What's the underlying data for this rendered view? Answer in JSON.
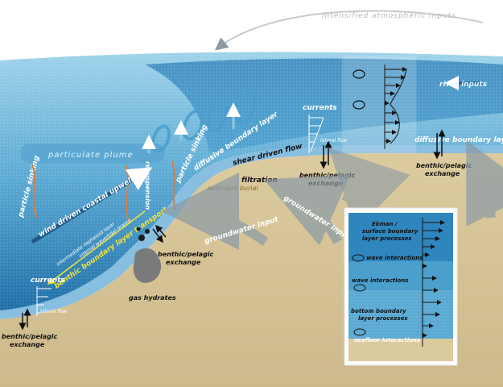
{
  "labels": {
    "atmo": "intensified atmospheric inputs",
    "river": "river inputs",
    "plume": "particulate plume",
    "sinking_left": "particle sinking",
    "sinking_mid": "particle sinking",
    "diffusive_slope": "diffusive boundary layer",
    "diffusive_right": "diffusive boundary layer",
    "currents_top": "currents",
    "currents_bottom": "currents",
    "lateral_top": "lateral flow",
    "lateral_bottom": "lateral flow",
    "shear": "shear driven flow",
    "filtration": "filtration",
    "burial": "sediment burial",
    "bp_center_1": "benthic/pelagic",
    "bp_center_2": "exchange",
    "bp_right_1": "benthic/pelagic",
    "bp_right_2": "exchange",
    "bp_slope_1": "benthic/pelagic",
    "bp_slope_2": "exchange",
    "bp_bottom_1": "benthic/pelagic",
    "bp_bottom_2": "exchange",
    "upwelling": "wind driven coastal upwelling",
    "gw_left": "groundwater input",
    "gw_center": "groundwater input",
    "intermediate": "intermediate nepheloid layer",
    "resuspension": "resuspension",
    "internal_mixing": "internal wave/tidal mixing",
    "benthic_transport": "benthic boundary layer transport",
    "gas": "gas hydrates",
    "ekman_1": "Ekman /",
    "ekman_2": "surface boundary",
    "ekman_3": "layer processes",
    "wave1": "wave interactions",
    "wave2": "wave interactions",
    "bottom_1": "bottom boundary",
    "bottom_2": "layer processes",
    "seafloor": "seafloor interactions"
  },
  "colors": {
    "sky": "#ffffff",
    "ocean_light": "#8fc9e3",
    "ocean_mid": "#4b9fcd",
    "ocean_deep": "#1f6ea8",
    "sediment": "#d9c89f",
    "sediment_dark": "#c4b185",
    "arrow_gray": "#8a9aa5",
    "orange": "#e07a3a",
    "yellow": "#f2e23a",
    "boundary": "#6aaed8"
  }
}
